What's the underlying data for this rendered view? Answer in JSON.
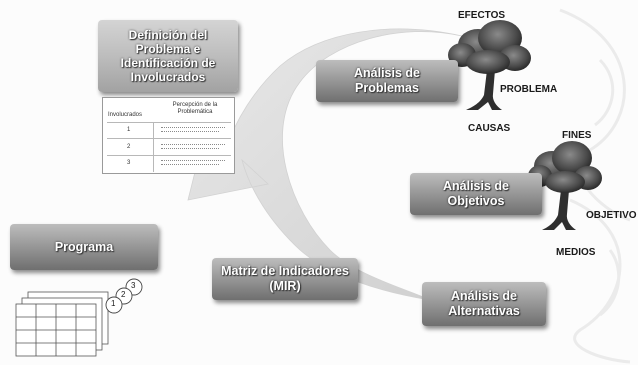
{
  "diagram": {
    "boxes": {
      "definicion": "Definición del Problema e Identificación de Involucrados",
      "analisis_problemas": "Análisis de Problemas",
      "analisis_objetivos": "Análisis de Objetivos",
      "analisis_alternativas": "Análisis de Alternativas",
      "matriz_indicadores": "Matriz de Indicadores (MIR)",
      "programa": "Programa"
    },
    "problem_tree": {
      "top": "EFECTOS",
      "right": "PROBLEMA",
      "bottom": "CAUSAS"
    },
    "objective_tree": {
      "top": "FINES",
      "right": "OBJETIVO",
      "bottom": "MEDIOS"
    },
    "stakeholder_table": {
      "col1": "Involucrados",
      "col2": "Percepción de la Problemática",
      "rows": [
        "1",
        "2",
        "3"
      ]
    },
    "calendar_badges": [
      "1",
      "2",
      "3"
    ]
  }
}
